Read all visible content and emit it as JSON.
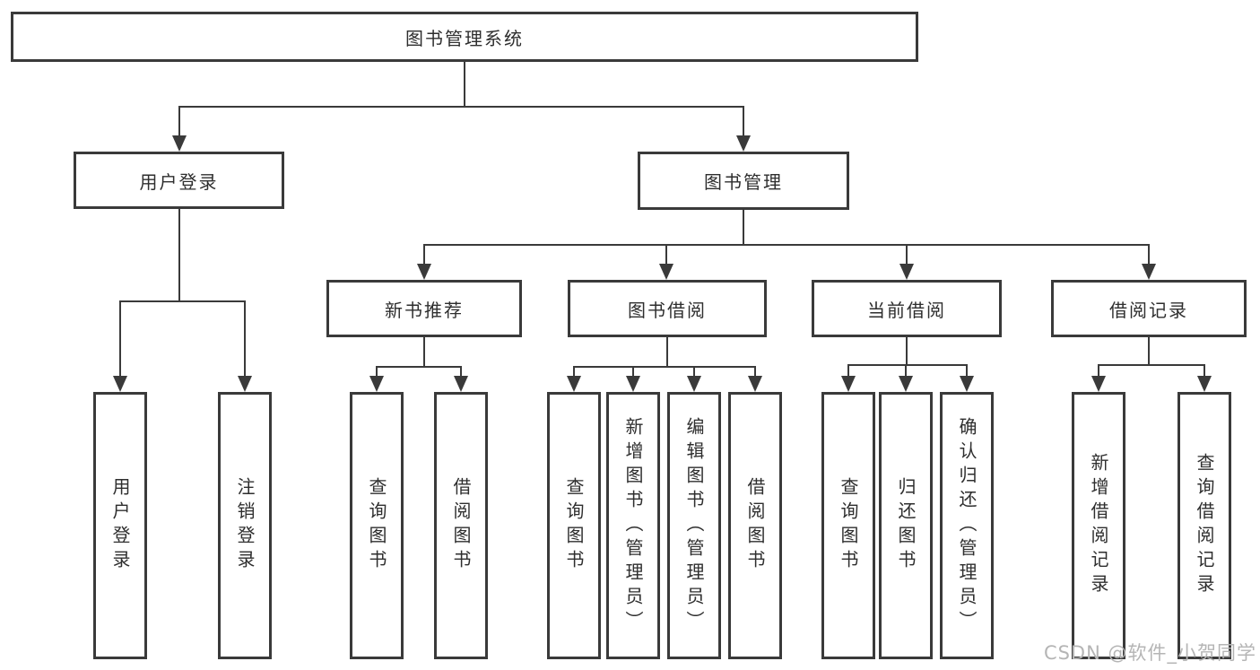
{
  "tree": {
    "title": "图书管理系统",
    "branches": [
      {
        "label": "用户登录",
        "children": [
          "用户登录",
          "注销登录"
        ]
      },
      {
        "label": "图书管理",
        "sections": [
          {
            "label": "新书推荐",
            "children": [
              "查询图书",
              "借阅图书"
            ]
          },
          {
            "label": "图书借阅",
            "children": [
              "查询图书",
              "新增图书（管理员）",
              "编辑图书（管理员）",
              "借阅图书"
            ]
          },
          {
            "label": "当前借阅",
            "children": [
              "查询图书",
              "归还图书",
              "确认归还（管理员）"
            ]
          },
          {
            "label": "借阅记录",
            "children": [
              "新增借阅记录",
              "查询借阅记录"
            ]
          }
        ]
      }
    ]
  },
  "watermark": {
    "text": "CSDN @软件_小贺同学"
  },
  "colors": {
    "line": "#3a3a3a",
    "text": "#2e2e2e",
    "box_background": "#ffffff",
    "page_background": "#ffffff",
    "watermark": "#b5b5b5"
  }
}
